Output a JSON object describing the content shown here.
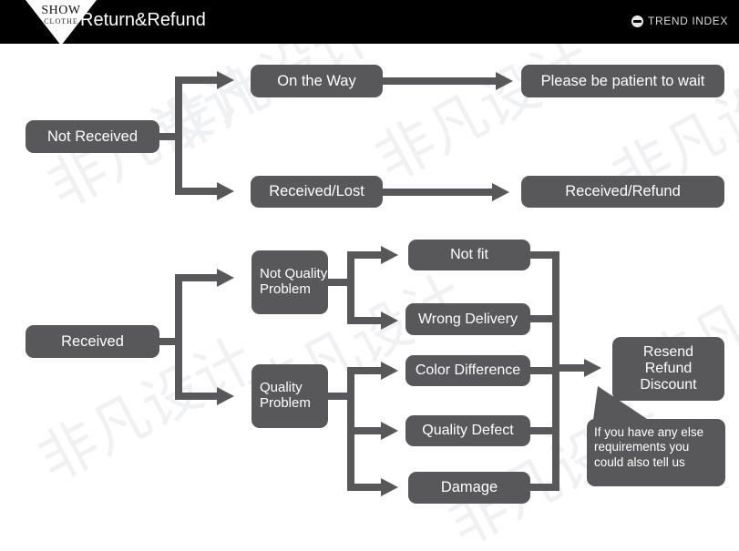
{
  "header": {
    "logo_primary": "SHOW",
    "logo_secondary": "CLOTHE",
    "title": "Return&Refund",
    "trend_label": "TREND INDEX",
    "trend_icon": "globe-icon",
    "bar_color": "#000000",
    "title_color": "#ffffff"
  },
  "theme": {
    "node_fill": "#58585a",
    "node_text": "#ffffff",
    "connector": "#58585a",
    "canvas": "#ffffff",
    "watermark": "#f0f1f3"
  },
  "watermark": {
    "text": "非凡设计"
  },
  "flow": {
    "not_received": {
      "root": "Not Received",
      "branches": [
        {
          "stage": "On the Way",
          "result": "Please be patient to wait"
        },
        {
          "stage": "Received/Lost",
          "result": "Received/Refund"
        }
      ]
    },
    "received": {
      "root": "Received",
      "categories": [
        {
          "label": "Not Quality Problem",
          "reasons": [
            "Not fit",
            "Wrong Delivery"
          ]
        },
        {
          "label": "Quality Problem",
          "reasons": [
            "Color Difference",
            "Quality Defect",
            "Damage"
          ]
        }
      ],
      "outcome": "Resend\nRefund\nDiscount",
      "outcome_lines": [
        "Resend",
        "Refund",
        "Discount"
      ],
      "note": "If you have any else requirements you could also tell us",
      "note_lines": [
        "If you have any else",
        "requirements you",
        "could also tell us"
      ]
    }
  }
}
